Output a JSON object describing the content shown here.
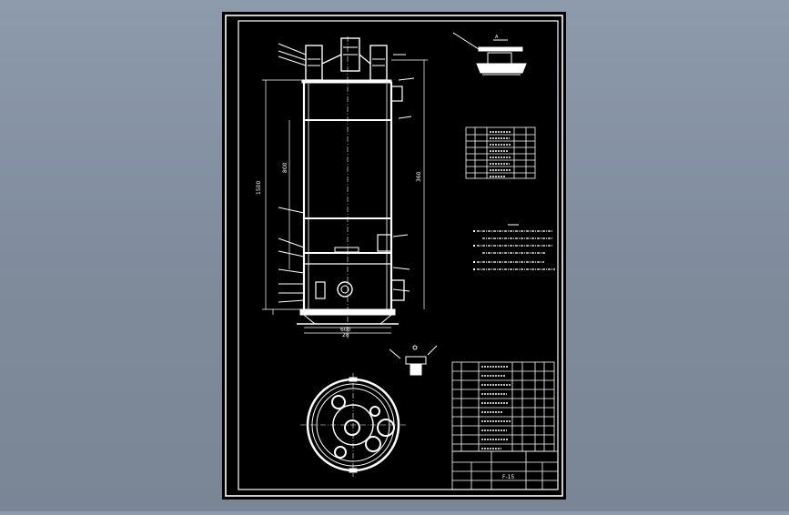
{
  "drawing": {
    "colors": {
      "viewport_bg": "#8a96a6",
      "sheet_bg": "#000000",
      "line": "#ffffff"
    },
    "labels": {
      "detail_a": "A",
      "dim_main": "1500",
      "dim_inner": "800",
      "dim_right": "360",
      "dim_bottom": "600",
      "dim_small": "28",
      "title_code": "F-15"
    }
  }
}
